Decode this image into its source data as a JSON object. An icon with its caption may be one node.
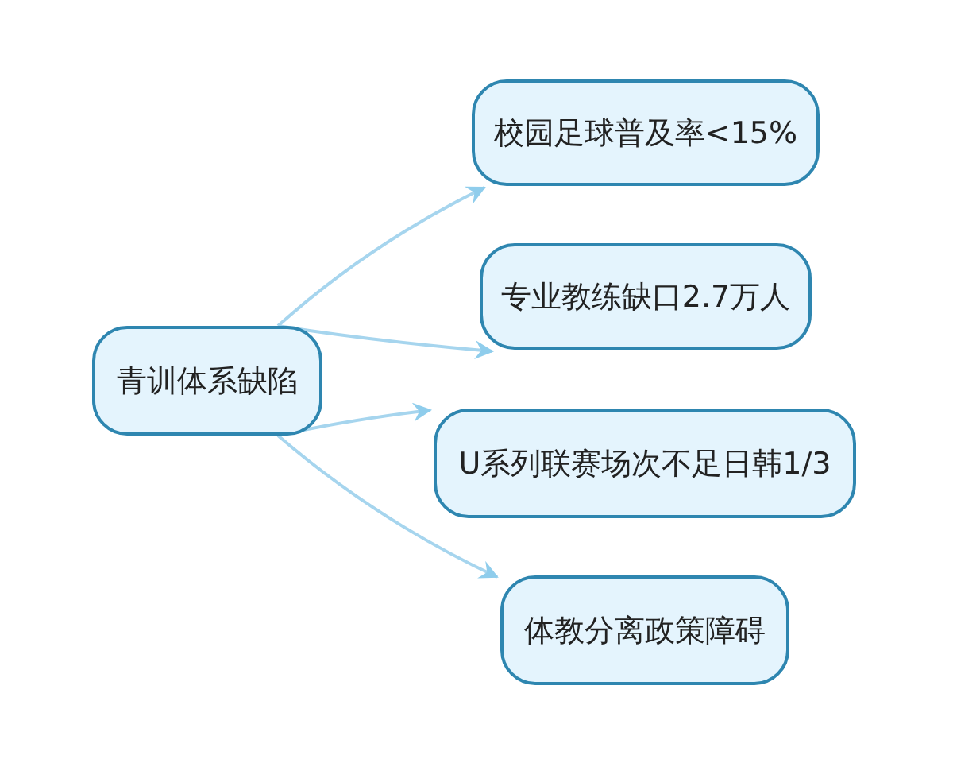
{
  "diagram": {
    "nodes": [
      {
        "text": [
          "青训体系缺陷"
        ]
      },
      {
        "text": [
          "校园足球普及率<15%"
        ]
      },
      {
        "text": [
          "专业教练缺口2.7万人"
        ]
      },
      {
        "text": [
          "U系列联赛场次不足日韩1/3"
        ]
      },
      {
        "text": [
          "体教分离政策障碍"
        ]
      }
    ],
    "edges": [
      {
        "from": 0,
        "to": 1,
        "arrow": "to"
      },
      {
        "from": 0,
        "to": 2,
        "arrow": "to"
      },
      {
        "from": 0,
        "to": 3,
        "arrow": "to"
      },
      {
        "from": 0,
        "to": 4,
        "arrow": "to"
      }
    ]
  }
}
